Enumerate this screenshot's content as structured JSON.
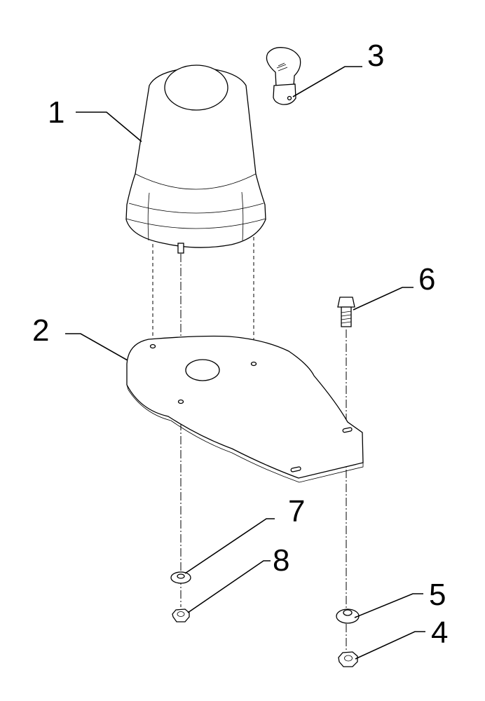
{
  "diagram": {
    "callouts": [
      {
        "id": "c1",
        "label": "1"
      },
      {
        "id": "c2",
        "label": "2"
      },
      {
        "id": "c3",
        "label": "3"
      },
      {
        "id": "c4",
        "label": "4"
      },
      {
        "id": "c5",
        "label": "5"
      },
      {
        "id": "c6",
        "label": "6"
      },
      {
        "id": "c7",
        "label": "7"
      },
      {
        "id": "c8",
        "label": "8"
      }
    ]
  },
  "colors": {
    "line": "#000000",
    "background": "#ffffff"
  }
}
